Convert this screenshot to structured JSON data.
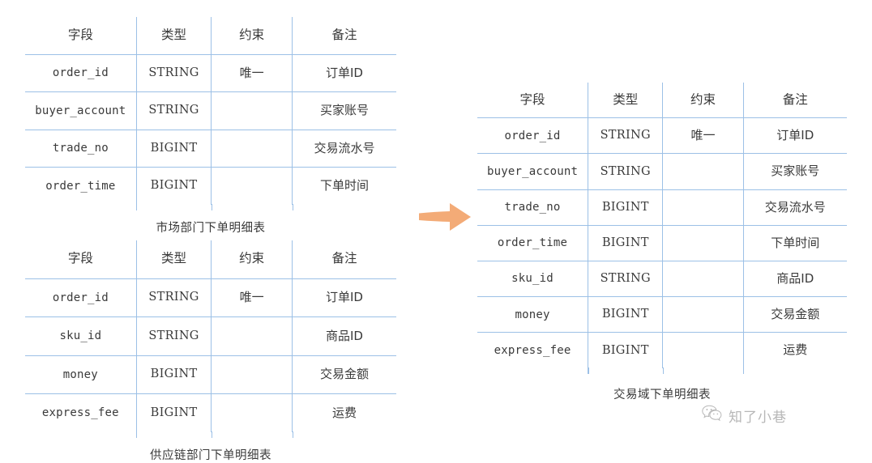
{
  "colors": {
    "table_border": "#8fb4de",
    "cell_border": "#9cc0e6",
    "arrow": "#f3ab77",
    "background": "#ffffff",
    "text": "#3a3a3a",
    "watermark": "#8c8c8c"
  },
  "columns": [
    "字段",
    "类型",
    "约束",
    "备注"
  ],
  "tables": [
    {
      "id": "market",
      "caption": "市场部门下单明细表",
      "rows": [
        {
          "field": "order_id",
          "type": "STRING",
          "constraint": "唯一",
          "remark": "订单ID"
        },
        {
          "field": "buyer_account",
          "type": "STRING",
          "constraint": "",
          "remark": "买家账号"
        },
        {
          "field": "trade_no",
          "type": "BIGINT",
          "constraint": "",
          "remark": "交易流水号"
        },
        {
          "field": "order_time",
          "type": "BIGINT",
          "constraint": "",
          "remark": "下单时间"
        }
      ]
    },
    {
      "id": "supply",
      "caption": "供应链部门下单明细表",
      "rows": [
        {
          "field": "order_id",
          "type": "STRING",
          "constraint": "唯一",
          "remark": "订单ID"
        },
        {
          "field": "sku_id",
          "type": "STRING",
          "constraint": "",
          "remark": "商品ID"
        },
        {
          "field": "money",
          "type": "BIGINT",
          "constraint": "",
          "remark": "交易金额"
        },
        {
          "field": "express_fee",
          "type": "BIGINT",
          "constraint": "",
          "remark": "运费"
        }
      ]
    },
    {
      "id": "trade",
      "caption": "交易域下单明细表",
      "rows": [
        {
          "field": "order_id",
          "type": "STRING",
          "constraint": "唯一",
          "remark": "订单ID"
        },
        {
          "field": "buyer_account",
          "type": "STRING",
          "constraint": "",
          "remark": "买家账号"
        },
        {
          "field": "trade_no",
          "type": "BIGINT",
          "constraint": "",
          "remark": "交易流水号"
        },
        {
          "field": "order_time",
          "type": "BIGINT",
          "constraint": "",
          "remark": "下单时间"
        },
        {
          "field": "sku_id",
          "type": "STRING",
          "constraint": "",
          "remark": "商品ID"
        },
        {
          "field": "money",
          "type": "BIGINT",
          "constraint": "",
          "remark": "交易金额"
        },
        {
          "field": "express_fee",
          "type": "BIGINT",
          "constraint": "",
          "remark": "运费"
        }
      ]
    }
  ],
  "arrow": {
    "direction": "right",
    "label": ""
  },
  "watermark": {
    "text": "知了小巷",
    "icon": "wechat-icon"
  }
}
